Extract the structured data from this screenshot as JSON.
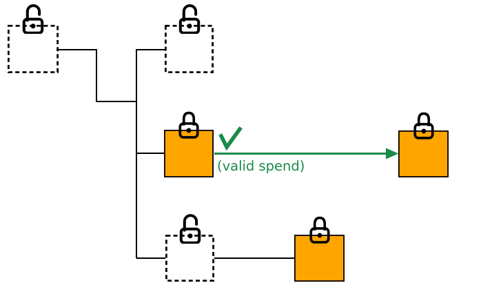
{
  "diagram": {
    "valid_spend_label": "(valid spend)",
    "annotation_icons": {
      "checkmark": "checkmark-icon",
      "spend_arrow": "arrow-right-icon"
    },
    "colors": {
      "unspent_box_fill": "#ffa500",
      "outline": "#000000",
      "valid_green": "#1a8a4a",
      "background": "#ffffff"
    },
    "nodes": [
      {
        "name": "output-top-left",
        "border": "dashed",
        "fill": "white",
        "lock": "unlocked"
      },
      {
        "name": "output-top-middle",
        "border": "dashed",
        "fill": "white",
        "lock": "unlocked"
      },
      {
        "name": "output-middle",
        "border": "solid",
        "fill": "orange",
        "lock": "locked"
      },
      {
        "name": "output-spend-target",
        "border": "solid",
        "fill": "orange",
        "lock": "locked"
      },
      {
        "name": "output-bottom-middle",
        "border": "dashed",
        "fill": "white",
        "lock": "unlocked"
      },
      {
        "name": "output-bottom-right",
        "border": "solid",
        "fill": "orange",
        "lock": "locked"
      }
    ]
  }
}
